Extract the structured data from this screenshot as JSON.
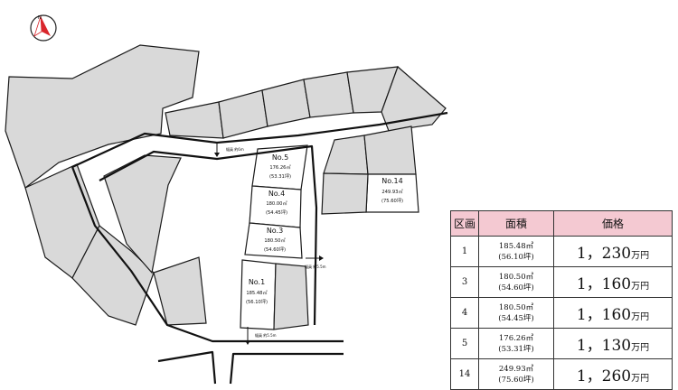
{
  "compass": {
    "label": "N",
    "icon": "north-arrow-icon"
  },
  "lots": [
    {
      "no": "No.5",
      "area_sqm": "176.26㎡",
      "area_tsubo": "(53.31坪)"
    },
    {
      "no": "No.4",
      "area_sqm": "180.00㎡",
      "area_tsubo": "(54.45坪)"
    },
    {
      "no": "No.3",
      "area_sqm": "180.50㎡",
      "area_tsubo": "(54.60坪)"
    },
    {
      "no": "No.1",
      "area_sqm": "185.48㎡",
      "area_tsubo": "(56.10坪)"
    },
    {
      "no": "No.14",
      "area_sqm": "249.93㎡",
      "area_tsubo": "(75.60坪)"
    }
  ],
  "road_notes": {
    "north": "幅員 約6m",
    "east": "幅員 約5.5m",
    "south": "幅員 約5.5m"
  },
  "table": {
    "headers": {
      "lot": "区画",
      "area": "面積",
      "price": "価格"
    },
    "rows": [
      {
        "lot": "1",
        "area_sqm": "185.48㎡",
        "area_tsubo": "(56.10坪)",
        "price": "1，230",
        "unit": "万円"
      },
      {
        "lot": "3",
        "area_sqm": "180.50㎡",
        "area_tsubo": "(54.60坪)",
        "price": "1，160",
        "unit": "万円"
      },
      {
        "lot": "4",
        "area_sqm": "180.50㎡",
        "area_tsubo": "(54.45坪)",
        "price": "1，160",
        "unit": "万円"
      },
      {
        "lot": "5",
        "area_sqm": "176.26㎡",
        "area_tsubo": "(53.31坪)",
        "price": "1，130",
        "unit": "万円"
      },
      {
        "lot": "14",
        "area_sqm": "249.93㎡",
        "area_tsubo": "(75.60坪)",
        "price": "1，260",
        "unit": "万円"
      }
    ]
  },
  "colors": {
    "lot_fill": "#d9d9d9",
    "header_fill": "#f4c9d2",
    "compass_red": "#d9262c"
  }
}
